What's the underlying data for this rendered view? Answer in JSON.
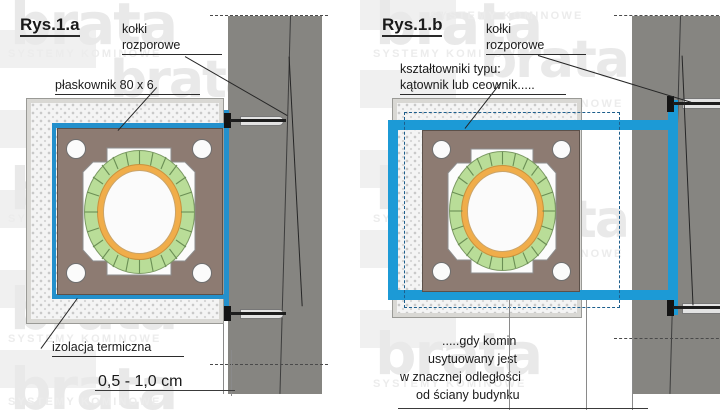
{
  "document": {
    "kind": "technical-drawing",
    "language": "pl",
    "watermark": {
      "word": "brata",
      "subtitle": "SYSTEMY KOMINOWE"
    },
    "colors": {
      "steel_blue": "#1c9ad6",
      "steel_blue_dark": "#1d5e8c",
      "wall_gray": "#868581",
      "brick_brown": "#8d7b72",
      "wool_green": "#b9dd98",
      "flue_orange": "#f0ad4a",
      "insulation_gray": "#f4f4f4",
      "outer_frame": "#d9d8d4",
      "line_black": "#262626"
    }
  },
  "panels": [
    {
      "id": "rys-1a",
      "title": "Rys.1.a",
      "labels": {
        "anchors_line1": "kołki",
        "anchors_line2": "rozporowe",
        "flat_bar": "płaskownik 80 x 6",
        "insulation": "izolacja termiczna"
      },
      "dimension": {
        "value": "0,5 - 1,0 cm"
      }
    },
    {
      "id": "rys-1b",
      "title": "Rys.1.b",
      "labels": {
        "anchors_line1": "kołki",
        "anchors_line2": "rozporowe",
        "profiles_line1": "kształtowniki typu:",
        "profiles_line2": "kątownik lub ceownik.....",
        "note_line1": ".....gdy komin",
        "note_line2": "usytuowany jest",
        "note_line3": "w znacznej odległości",
        "note_line4": "od ściany budynku"
      }
    }
  ]
}
